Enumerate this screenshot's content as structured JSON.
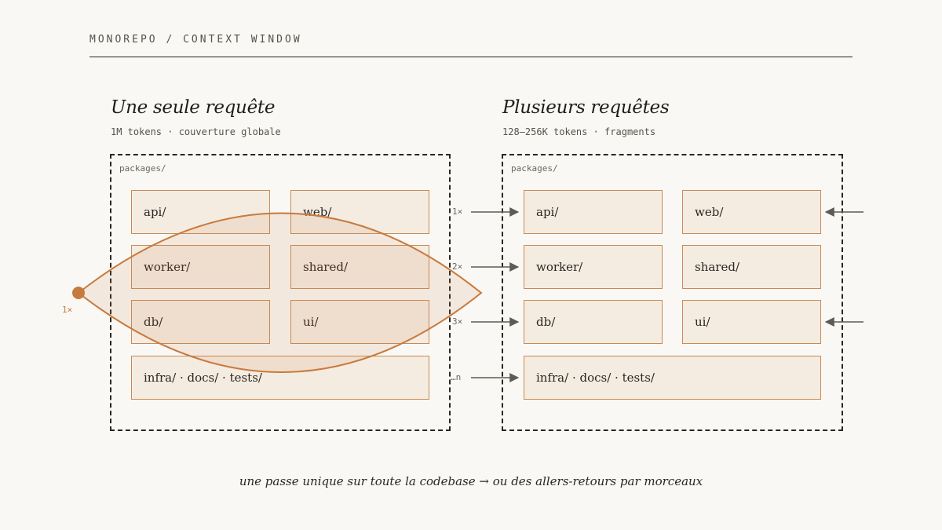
{
  "header": "MONOREPO / CONTEXT WINDOW",
  "left": {
    "title": "Une seule requête",
    "subtitle": "1M tokens · couverture globale",
    "frame_label": "packages/",
    "packages": [
      "api/",
      "web/",
      "worker/",
      "shared/",
      "db/",
      "ui/",
      "infra/ · docs/ · tests/"
    ],
    "marker_label": "1×"
  },
  "right": {
    "title": "Plusieurs requêtes",
    "subtitle": "128–256K tokens · fragments",
    "frame_label": "packages/",
    "packages": [
      "api/",
      "web/",
      "worker/",
      "shared/",
      "db/",
      "ui/",
      "infra/ · docs/ · tests/"
    ],
    "request_labels": [
      "1×",
      "2×",
      "3×",
      "…n"
    ]
  },
  "caption": "une passe unique sur toute la codebase → ou des allers-retours par morceaux",
  "colors": {
    "accent": "#c77a3e",
    "package_fill": "#f5ece1",
    "package_border": "#c98a55",
    "arrow": "#5e5a54",
    "background": "#faf8f4"
  }
}
